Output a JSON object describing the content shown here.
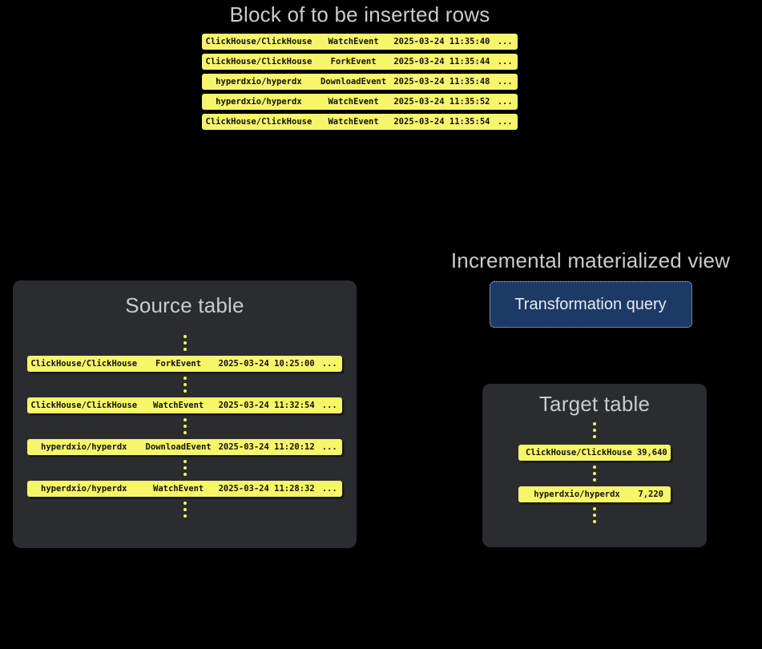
{
  "insert_block": {
    "title": "Block of to be inserted rows",
    "rows": [
      {
        "repo": "ClickHouse/ClickHouse",
        "event": "WatchEvent",
        "timestamp": "2025-03-24 11:35:40",
        "more": "..."
      },
      {
        "repo": "ClickHouse/ClickHouse",
        "event": "ForkEvent",
        "timestamp": "2025-03-24 11:35:44",
        "more": "..."
      },
      {
        "repo": "hyperdxio/hyperdx",
        "event": "DownloadEvent",
        "timestamp": "2025-03-24 11:35:48",
        "more": "..."
      },
      {
        "repo": "hyperdxio/hyperdx",
        "event": "WatchEvent",
        "timestamp": "2025-03-24 11:35:52",
        "more": "..."
      },
      {
        "repo": "ClickHouse/ClickHouse",
        "event": "WatchEvent",
        "timestamp": "2025-03-24 11:35:54",
        "more": "..."
      }
    ]
  },
  "source_table": {
    "title": "Source table",
    "rows": [
      {
        "repo": "ClickHouse/ClickHouse",
        "event": "ForkEvent",
        "timestamp": "2025-03-24 10:25:00",
        "more": "..."
      },
      {
        "repo": "ClickHouse/ClickHouse",
        "event": "WatchEvent",
        "timestamp": "2025-03-24 11:32:54",
        "more": "..."
      },
      {
        "repo": "hyperdxio/hyperdx",
        "event": "DownloadEvent",
        "timestamp": "2025-03-24 11:20:12",
        "more": "..."
      },
      {
        "repo": "hyperdxio/hyperdx",
        "event": "WatchEvent",
        "timestamp": "2025-03-24 11:28:32",
        "more": "..."
      }
    ]
  },
  "materialized_view": {
    "title": "Incremental materialized view",
    "button_label": "Transformation query"
  },
  "target_table": {
    "title": "Target table",
    "rows": [
      {
        "repo": "ClickHouse/ClickHouse",
        "count": "39,640"
      },
      {
        "repo": "hyperdxio/hyperdx",
        "count": "7,220"
      }
    ]
  },
  "colors": {
    "row_yellow": "#F7F669",
    "panel_gray": "#2B2C30",
    "button_blue": "#1C3A66",
    "button_border": "#C8CCD2",
    "title_gray": "#C9CBCE",
    "row_text": "#121212",
    "button_text": "#E9EBEE",
    "page_bg": "#000000"
  }
}
